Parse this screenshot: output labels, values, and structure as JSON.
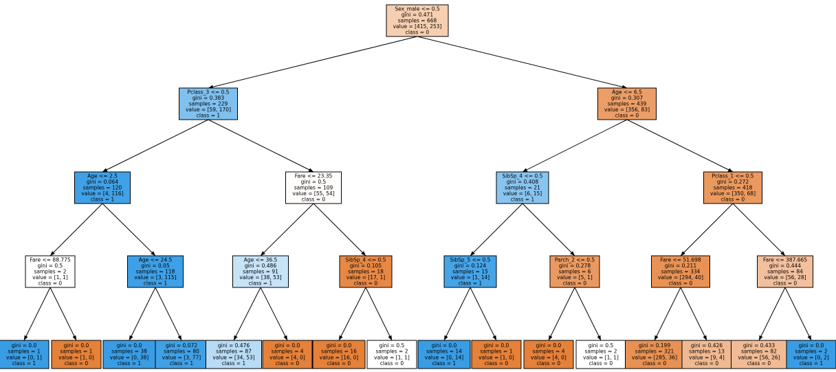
{
  "tree": {
    "nodes": [
      {
        "id": "n0",
        "lines": [
          "Sex_male <= 0.5",
          "gini = 0.471",
          "samples = 668",
          "value = [415, 253]",
          "class = 0"
        ],
        "color": "#f6cfb1"
      },
      {
        "id": "n1",
        "lines": [
          "Pclass_3 <= 0.5",
          "gini = 0.383",
          "samples = 229",
          "value = [59, 170]",
          "class = 1"
        ],
        "color": "#7fc0ee"
      },
      {
        "id": "n2",
        "lines": [
          "Age <= 6.5",
          "gini = 0.307",
          "samples = 439",
          "value = [356, 83]",
          "class = 0"
        ],
        "color": "#eb9e67"
      },
      {
        "id": "n3",
        "lines": [
          "Age <= 2.5",
          "gini = 0.064",
          "samples = 120",
          "value = [4, 116]",
          "class = 1"
        ],
        "color": "#40a1e6"
      },
      {
        "id": "n4",
        "lines": [
          "Fare <= 23.35",
          "gini = 0.5",
          "samples = 109",
          "value = [55, 54]",
          "class = 0"
        ],
        "color": "#fffdfc"
      },
      {
        "id": "n5",
        "lines": [
          "SibSp_4 <= 0.5",
          "gini = 0.408",
          "samples = 21",
          "value = [6, 15]",
          "class = 1"
        ],
        "color": "#88c4ef"
      },
      {
        "id": "n6",
        "lines": [
          "Pclass_1 <= 0.5",
          "gini = 0.272",
          "samples = 418",
          "value = [350, 68]",
          "class = 0"
        ],
        "color": "#ea995f"
      },
      {
        "id": "n7",
        "lines": [
          "Fare <= 88.775",
          "gini = 0.5",
          "samples = 2",
          "value = [1, 1]",
          "class = 0"
        ],
        "color": "#ffffff"
      },
      {
        "id": "n8",
        "lines": [
          "Age <= 24.5",
          "gini = 0.05",
          "samples = 118",
          "value = [3, 115]",
          "class = 1"
        ],
        "color": "#3ea0e6"
      },
      {
        "id": "n9",
        "lines": [
          "Age <= 36.5",
          "gini = 0.486",
          "samples = 91",
          "value = [38, 53]",
          "class = 1"
        ],
        "color": "#c7e3f8"
      },
      {
        "id": "n10",
        "lines": [
          "SibSp_4 <= 0.5",
          "gini = 0.105",
          "samples = 18",
          "value = [17, 1]",
          "class = 0"
        ],
        "color": "#e78845"
      },
      {
        "id": "n11",
        "lines": [
          "SibSp_5 <= 0.5",
          "gini = 0.124",
          "samples = 15",
          "value = [1, 14]",
          "class = 1"
        ],
        "color": "#47a4e7"
      },
      {
        "id": "n12",
        "lines": [
          "Parch_2 <= 0.5",
          "gini = 0.278",
          "samples = 6",
          "value = [5, 1]",
          "class = 0"
        ],
        "color": "#ea9a61"
      },
      {
        "id": "n13",
        "lines": [
          "Fare <= 51.698",
          "gini = 0.211",
          "samples = 334",
          "value = [294, 40]",
          "class = 0"
        ],
        "color": "#e99254"
      },
      {
        "id": "n14",
        "lines": [
          "Fare <= 387.665",
          "gini = 0.444",
          "samples = 84",
          "value = [56, 28]",
          "class = 0"
        ],
        "color": "#f2c09c"
      },
      {
        "id": "n15",
        "lines": [
          "gini = 0.0",
          "samples = 1",
          "value = [0, 1]",
          "class = 1"
        ],
        "color": "#399de5"
      },
      {
        "id": "n16",
        "lines": [
          "gini = 0.0",
          "samples = 1",
          "value = [1, 0]",
          "class = 0"
        ],
        "color": "#e58139"
      },
      {
        "id": "n17",
        "lines": [
          "gini = 0.0",
          "samples = 38",
          "value = [0, 38]",
          "class = 1"
        ],
        "color": "#399de5"
      },
      {
        "id": "n18",
        "lines": [
          "gini = 0.072",
          "samples = 80",
          "value = [3, 77]",
          "class = 1"
        ],
        "color": "#41a1e6"
      },
      {
        "id": "n19",
        "lines": [
          "gini = 0.476",
          "samples = 87",
          "value = [34, 53]",
          "class = 1"
        ],
        "color": "#b8dcf6"
      },
      {
        "id": "n20",
        "lines": [
          "gini = 0.0",
          "samples = 4",
          "value = [4, 0]",
          "class = 0"
        ],
        "color": "#e58139"
      },
      {
        "id": "n21",
        "lines": [
          "gini = 0.0",
          "samples = 16",
          "value = [16, 0]",
          "class = 0"
        ],
        "color": "#e58139"
      },
      {
        "id": "n22",
        "lines": [
          "gini = 0.5",
          "samples = 2",
          "value = [1, 1]",
          "class = 0"
        ],
        "color": "#ffffff"
      },
      {
        "id": "n23",
        "lines": [
          "gini = 0.0",
          "samples = 14",
          "value = [0, 14]",
          "class = 1"
        ],
        "color": "#399de5"
      },
      {
        "id": "n24",
        "lines": [
          "gini = 0.0",
          "samples = 1",
          "value = [1, 0]",
          "class = 0"
        ],
        "color": "#e58139"
      },
      {
        "id": "n25",
        "lines": [
          "gini = 0.0",
          "samples = 4",
          "value = [4, 0]",
          "class = 0"
        ],
        "color": "#e58139"
      },
      {
        "id": "n26",
        "lines": [
          "gini = 0.5",
          "samples = 2",
          "value = [1, 1]",
          "class = 0"
        ],
        "color": "#ffffff"
      },
      {
        "id": "n27",
        "lines": [
          "gini = 0.199",
          "samples = 321",
          "value = [285, 36]",
          "class = 0"
        ],
        "color": "#e89152"
      },
      {
        "id": "n28",
        "lines": [
          "gini = 0.426",
          "samples = 13",
          "value = [9, 4]",
          "class = 0"
        ],
        "color": "#f1b991"
      },
      {
        "id": "n29",
        "lines": [
          "gini = 0.433",
          "samples = 82",
          "value = [56, 26]",
          "class = 0"
        ],
        "color": "#f1bc95"
      },
      {
        "id": "n30",
        "lines": [
          "gini = 0.0",
          "samples = 2",
          "value = [0, 2]",
          "class = 1"
        ],
        "color": "#399de5"
      }
    ],
    "edges": [
      [
        "n0",
        "n1"
      ],
      [
        "n0",
        "n2"
      ],
      [
        "n1",
        "n3"
      ],
      [
        "n1",
        "n4"
      ],
      [
        "n2",
        "n5"
      ],
      [
        "n2",
        "n6"
      ],
      [
        "n3",
        "n7"
      ],
      [
        "n3",
        "n8"
      ],
      [
        "n4",
        "n9"
      ],
      [
        "n4",
        "n10"
      ],
      [
        "n5",
        "n11"
      ],
      [
        "n5",
        "n12"
      ],
      [
        "n6",
        "n13"
      ],
      [
        "n6",
        "n14"
      ],
      [
        "n7",
        "n15"
      ],
      [
        "n7",
        "n16"
      ],
      [
        "n8",
        "n17"
      ],
      [
        "n8",
        "n18"
      ],
      [
        "n9",
        "n19"
      ],
      [
        "n9",
        "n20"
      ],
      [
        "n10",
        "n21"
      ],
      [
        "n10",
        "n22"
      ],
      [
        "n11",
        "n23"
      ],
      [
        "n11",
        "n24"
      ],
      [
        "n12",
        "n25"
      ],
      [
        "n12",
        "n26"
      ],
      [
        "n13",
        "n27"
      ],
      [
        "n13",
        "n28"
      ],
      [
        "n14",
        "n29"
      ],
      [
        "n14",
        "n30"
      ]
    ]
  }
}
